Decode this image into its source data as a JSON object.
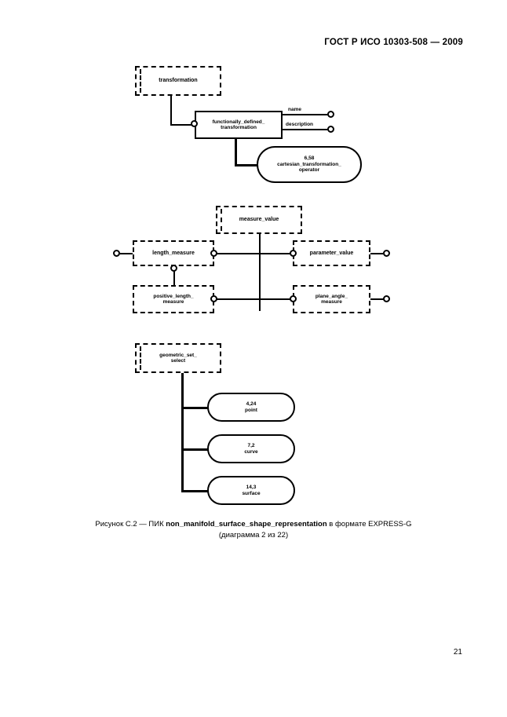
{
  "document": {
    "header_title": "ГОСТ Р ИСО 10303-508 — 2009",
    "page_number": "21"
  },
  "caption": {
    "prefix": "Рисунок С.2 — ПИК ",
    "entity": "non_manifold_surface_shape_representation",
    "suffix": " в формате EXPRESS-G",
    "line2": "(диаграмма 2 из 22)"
  },
  "diagram": {
    "title": "EXPRESS-G diagram",
    "groups": [
      {
        "id": "group-transformation",
        "nodes": [
          {
            "id": "transformation",
            "label": "transformation",
            "shape": "box",
            "style": "dashed-abstract"
          },
          {
            "id": "functionally_defined_transformation",
            "label_line1": "functionally_defined_",
            "label_line2": "transformation",
            "shape": "box",
            "style": "solid"
          },
          {
            "id": "cartesian_transformation_operator",
            "ref": "6,58",
            "label_line1": "cartesian_transformation_",
            "label_line2": "operator",
            "shape": "oval"
          }
        ],
        "attributes": [
          {
            "id": "name",
            "label": "name"
          },
          {
            "id": "description",
            "label": "description"
          }
        ]
      },
      {
        "id": "group-measures",
        "nodes": [
          {
            "id": "measure_value",
            "label": "measure_value",
            "shape": "box",
            "style": "dashed-abstract"
          },
          {
            "id": "length_measure",
            "label": "length_measure",
            "shape": "box",
            "style": "dashed"
          },
          {
            "id": "parameter_value",
            "label": "parameter_value",
            "shape": "box",
            "style": "dashed"
          },
          {
            "id": "positive_length_measure",
            "label_line1": "positive_length_",
            "label_line2": "measure",
            "shape": "box",
            "style": "dashed"
          },
          {
            "id": "plane_angle_measure",
            "label_line1": "plane_angle_",
            "label_line2": "measure",
            "shape": "box",
            "style": "dashed"
          }
        ]
      },
      {
        "id": "group-geometric-set",
        "nodes": [
          {
            "id": "geometric_set_select",
            "label_line1": "geometric_set_",
            "label_line2": "select",
            "shape": "box",
            "style": "dashed-abstract"
          },
          {
            "id": "point",
            "ref": "4,24",
            "label": "point",
            "shape": "oval"
          },
          {
            "id": "curve",
            "ref": "7,2",
            "label": "curve",
            "shape": "oval"
          },
          {
            "id": "surface",
            "ref": "14,3",
            "label": "surface",
            "shape": "oval"
          }
        ]
      }
    ]
  }
}
